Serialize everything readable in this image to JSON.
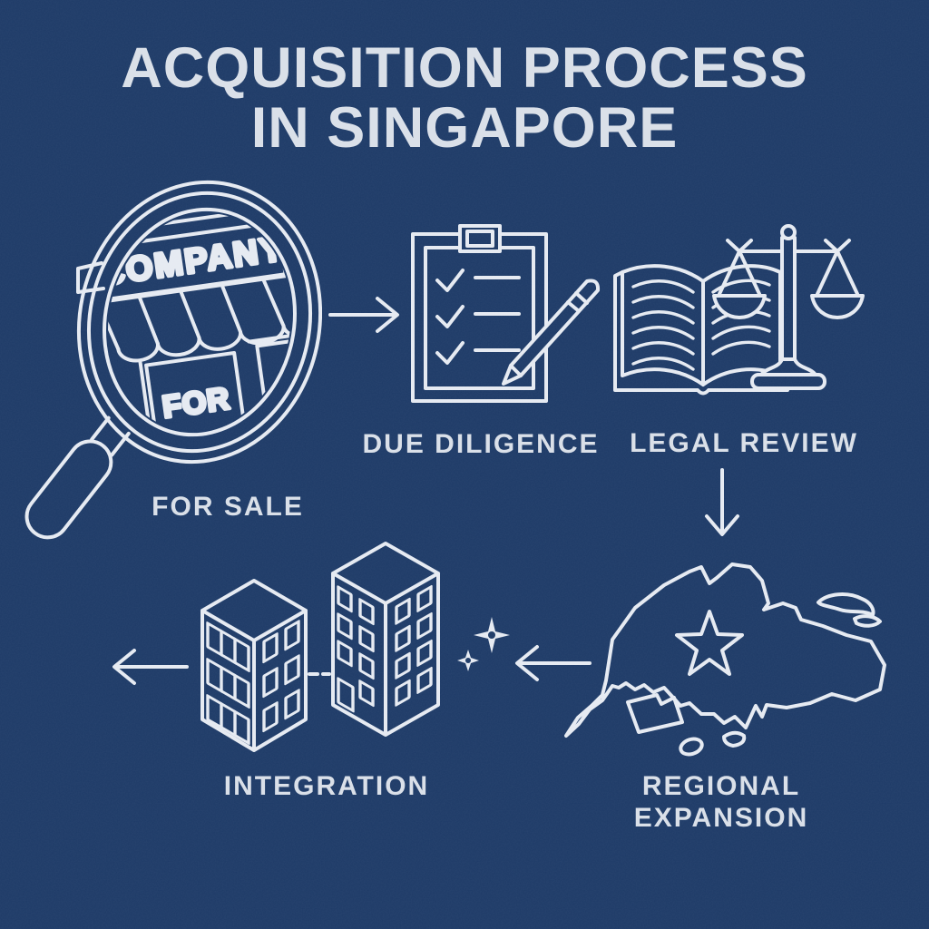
{
  "title": {
    "line1": "ACQUISITION PROCESS",
    "line2": "IN SINGAPORE"
  },
  "storefront": {
    "sign_top": "COMPANY",
    "sign_bottom": "FOR"
  },
  "steps": {
    "for_sale": {
      "label": "FOR SALE",
      "icon": "magnifying-glass-storefront-icon"
    },
    "due_diligence": {
      "label": "DUE DILIGENCE",
      "icon": "clipboard-checklist-pencil-icon"
    },
    "legal_review": {
      "label": "LEGAL REVIEW",
      "icon": "open-book-scales-icon"
    },
    "regional_expansion": {
      "label": "REGIONAL EXPANSION",
      "icon": "singapore-map-star-icon"
    },
    "integration": {
      "label": "INTEGRATION",
      "icon": "merging-buildings-icon"
    }
  },
  "connectors": {
    "arrow_1": "right-arrow-icon",
    "arrow_2": "down-arrow-icon",
    "arrow_3": "left-arrow-icon",
    "arrow_4": "left-arrow-icon",
    "sparkles": "sparkles-icon"
  },
  "colors": {
    "background": "#1d3a67",
    "line": "#e5eaf2",
    "text": "#d9dfe8"
  }
}
